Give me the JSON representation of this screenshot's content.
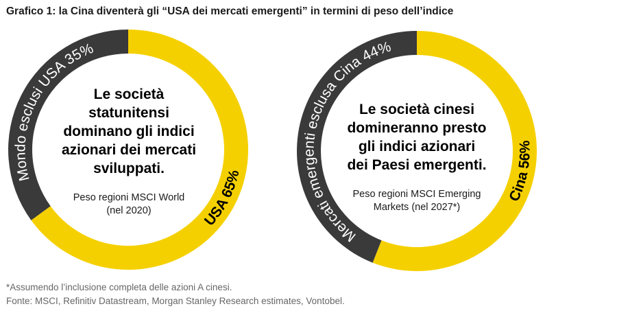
{
  "header": {
    "title": "Grafico 1: la Cina diventerà gli “USA dei mercati emergenti” in termini di peso dell’indice"
  },
  "colors": {
    "accent": "#f5d000",
    "dark": "#3a3a3a"
  },
  "chart_data": [
    {
      "type": "pie",
      "variant": "donut",
      "slices": [
        {
          "label": "USA 65%",
          "value": 65,
          "color": "#f5d000"
        },
        {
          "label": "Mondo esclusi USA 35%",
          "value": 35,
          "color": "#3a3a3a"
        }
      ],
      "center_headline": [
        "Le società",
        "statunitensi",
        "dominano gli indici",
        "azionari dei mercati",
        "sviluppati."
      ],
      "center_subtitle": [
        "Peso regioni MSCI World",
        "(nel 2020)"
      ]
    },
    {
      "type": "pie",
      "variant": "donut",
      "slices": [
        {
          "label": "Cina 56%",
          "value": 56,
          "color": "#f5d000"
        },
        {
          "label": "Mercati emergenti esclusa Cina 44%",
          "value": 44,
          "color": "#3a3a3a"
        }
      ],
      "center_headline": [
        "Le società cinesi",
        "domineranno presto",
        "gli indici azionari",
        "dei Paesi emergenti."
      ],
      "center_subtitle": [
        "Peso regioni MSCI Emerging",
        "Markets (nel 2027*)"
      ]
    }
  ],
  "footer": {
    "note": "*Assumendo l’inclusione completa delle azioni A cinesi.",
    "source": "Fonte: MSCI, Refinitiv Datastream, Morgan Stanley Research estimates, Vontobel."
  }
}
